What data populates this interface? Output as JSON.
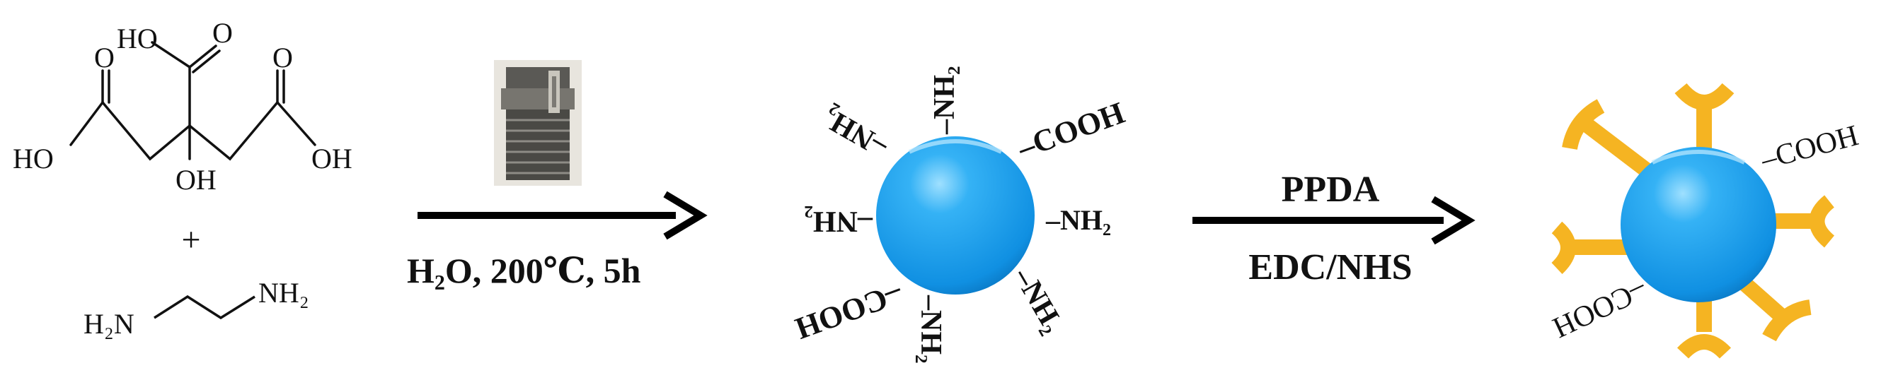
{
  "citric_acid": {
    "ho_top": "HO",
    "o_top": "O",
    "o_left": "O",
    "o_right": "O",
    "ho_left": "HO",
    "oh_center": "OH",
    "oh_right": "OH"
  },
  "plus": "+",
  "ethylenediamine": {
    "h2n": "H₂N",
    "nh2": "NH₂"
  },
  "step1": {
    "condition": "H₂O, 200℃, 5h"
  },
  "carbon_dot": {
    "labels": {
      "nh2_top": "–NH₂",
      "nh2_topleft": "–NH₂",
      "cooh_right": "–COOH",
      "nh2_left": "–NH₂",
      "nh2_right": "–NH₂",
      "cooh_bottomleft": "–COOH",
      "nh2_bottom": "–NH₂",
      "nh2_bottomright": "–NH₂"
    }
  },
  "step2": {
    "reagent": "PPDA",
    "coupling": "EDC/NHS"
  },
  "functionalized_dot": {
    "labels": {
      "cooh_right": "–COOH",
      "cooh_left": "–COOH"
    }
  },
  "colors": {
    "dot": "#1596e8",
    "dot_highlight": "#8fd3ff",
    "ligand": "#f5b422",
    "arrow": "#000000"
  }
}
